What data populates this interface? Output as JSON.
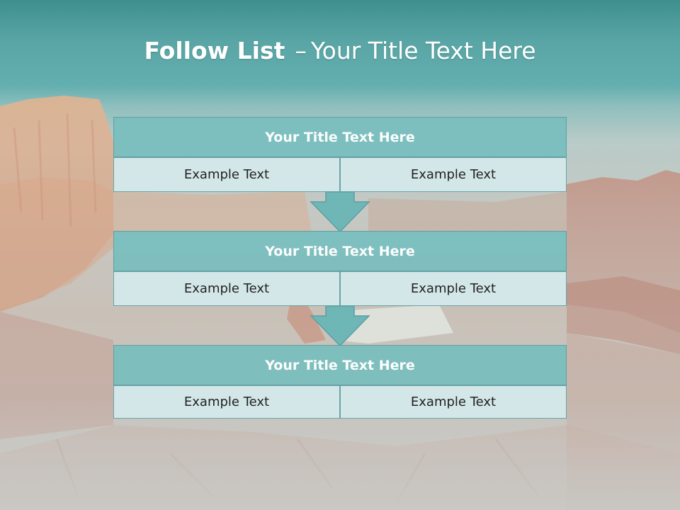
{
  "slide": {
    "title_bold": "Follow List",
    "title_sep": "–",
    "title_rest": "Your Title Text Here"
  },
  "blocks": [
    {
      "title": "Your Title Text Here",
      "left": "Example Text",
      "right": "Example Text"
    },
    {
      "title": "Your Title Text Here",
      "left": "Example Text",
      "right": "Example Text"
    },
    {
      "title": "Your Title Text Here",
      "left": "Example Text",
      "right": "Example Text"
    }
  ],
  "colors": {
    "header_band": "#5aa6a6",
    "block_title_fill": "#7cbfbf",
    "block_cell_fill": "#d4e7e8",
    "arrow_fill": "#6fb7b7"
  }
}
